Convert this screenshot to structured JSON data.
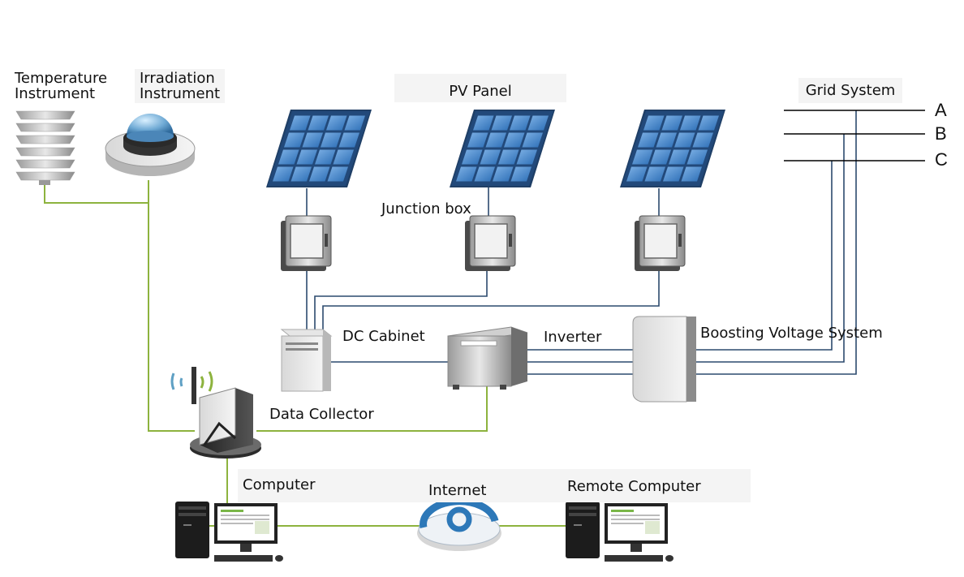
{
  "diagram": {
    "labels": {
      "temperature_instrument": "Temperature\nInstrument",
      "irradiation_instrument": "Irradiation\nInstrument",
      "pv_panel": "PV Panel",
      "grid_system": "Grid System",
      "junction_box": "Junction box",
      "dc_cabinet": "DC Cabinet",
      "inverter": "Inverter",
      "boosting_voltage_system": "Boosting Voltage System",
      "data_collector": "Data Collector",
      "computer": "Computer",
      "internet": "Internet",
      "remote_computer": "Remote Computer"
    },
    "grid_phases": [
      "A",
      "B",
      "C"
    ],
    "colors": {
      "sensor_line": "#8db33e",
      "power_line": "#2c4a6e",
      "grid_line": "#1c3553",
      "phase_line": "#000000",
      "panel_cell": "#3f7fc4",
      "panel_frame": "#1f3f66"
    }
  }
}
